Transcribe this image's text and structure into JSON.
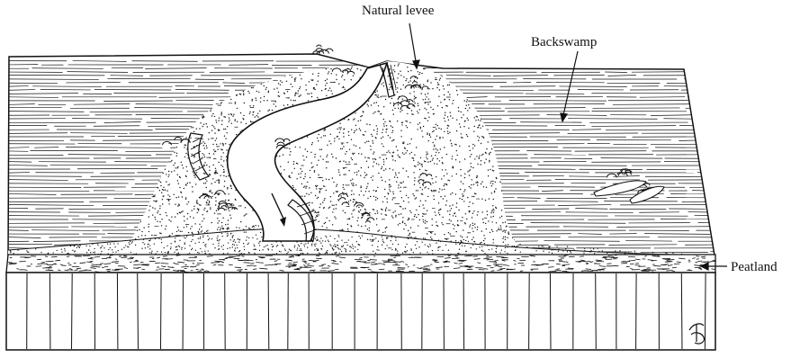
{
  "labels": {
    "natural_levee": "Natural levee",
    "backswamp": "Backswamp",
    "peatland": "Peatland"
  },
  "colors": {
    "ink": "#111111",
    "paper": "#ffffff"
  },
  "icons": {
    "flow_arrow": "flow-direction-arrow-icon",
    "signature": "artist-signature-mark"
  }
}
